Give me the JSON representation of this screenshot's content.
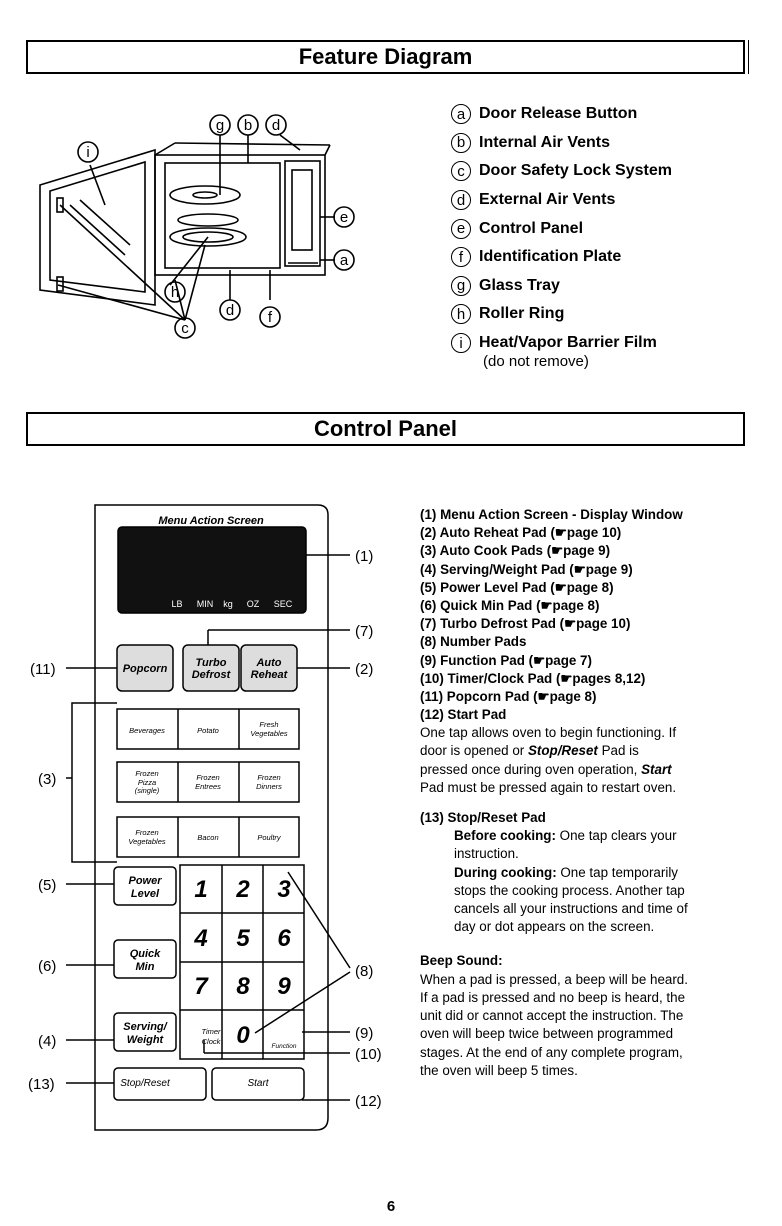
{
  "feature": {
    "title": "Feature Diagram",
    "legend": [
      {
        "letter": "a",
        "label": "Door Release Button"
      },
      {
        "letter": "b",
        "label": "Internal Air Vents"
      },
      {
        "letter": "c",
        "label": "Door Safety Lock System"
      },
      {
        "letter": "d",
        "label": "External Air Vents"
      },
      {
        "letter": "e",
        "label": "Control Panel"
      },
      {
        "letter": "f",
        "label": "Identification Plate"
      },
      {
        "letter": "g",
        "label": "Glass Tray"
      },
      {
        "letter": "h",
        "label": "Roller Ring"
      },
      {
        "letter": "i",
        "label": "Heat/Vapor Barrier Film"
      }
    ],
    "legend_note": "(do not remove)"
  },
  "control": {
    "title": "Control Panel",
    "screen_label": "Menu Action Screen",
    "units": [
      "LB",
      "MIN",
      "kg",
      "OZ",
      "SEC"
    ],
    "pads": {
      "popcorn": "Popcorn",
      "turbo": "Turbo",
      "defrost": "Defrost",
      "auto": "Auto",
      "reheat": "Reheat",
      "beverages": "Beverages",
      "potato": "Potato",
      "fresh": "Fresh",
      "fresh_veg": "Vegetables",
      "frozen": "Frozen",
      "pizza": "Pizza",
      "single": "(single)",
      "entrees": "Entrees",
      "dinners": "Dinners",
      "vegetables": "Vegetables",
      "bacon": "Bacon",
      "poultry": "Poultry",
      "power": "Power",
      "level": "Level",
      "quick": "Quick",
      "min": "Min",
      "serving": "Serving/",
      "weight": "Weight",
      "timer": "Timer",
      "clock": "Clock",
      "function": "Function",
      "stop": "Stop/Reset",
      "start": "Start",
      "digits": [
        "1",
        "2",
        "3",
        "4",
        "5",
        "6",
        "7",
        "8",
        "9",
        "0"
      ]
    },
    "callouts": [
      "(1)",
      "(7)",
      "(2)",
      "(11)",
      "(3)",
      "(5)",
      "(8)",
      "(6)",
      "(4)",
      "(9)",
      "(10)",
      "(13)",
      "(12)"
    ],
    "items": [
      "(1) Menu Action Screen - Display Window",
      "(2) Auto Reheat Pad (☛page 10)",
      "(3) Auto Cook Pads (☛page 9)",
      "(4) Serving/Weight Pad (☛page 9)",
      "(5) Power Level Pad (☛page 8)",
      "(6) Quick Min Pad (☛page 8)",
      "(7) Turbo Defrost Pad (☛page 10)",
      "(8) Number Pads",
      "(9) Function Pad (☛page 7)",
      "(10) Timer/Clock Pad (☛pages 8,12)",
      "(11) Popcorn Pad (☛page 8)",
      "(12) Start Pad"
    ],
    "start_desc": [
      "One tap allows oven to begin functioning. If",
      "door is opened or ",
      "Stop/Reset",
      " Pad is",
      "pressed once during oven operation, ",
      "Start",
      "Pad must be pressed again to restart oven."
    ],
    "stop_title": "(13) Stop/Reset Pad",
    "before_label": "Before cooking:",
    "before_text": [
      "One tap clears your",
      "instruction."
    ],
    "during_label": "During cooking:",
    "during_text": [
      "One tap temporarily",
      "stops the cooking process.  Another tap",
      "cancels all your instructions and time of",
      "day or dot appears on the screen."
    ],
    "beep_title": "Beep Sound:",
    "beep_text": [
      "When a pad is pressed, a beep will be heard.",
      "If a pad is pressed and no beep is heard, the",
      "unit did or cannot accept the instruction. The",
      "oven will beep twice between programmed",
      "stages. At the end of any complete program,",
      "the oven will beep 5 times."
    ]
  },
  "page_number": "6"
}
